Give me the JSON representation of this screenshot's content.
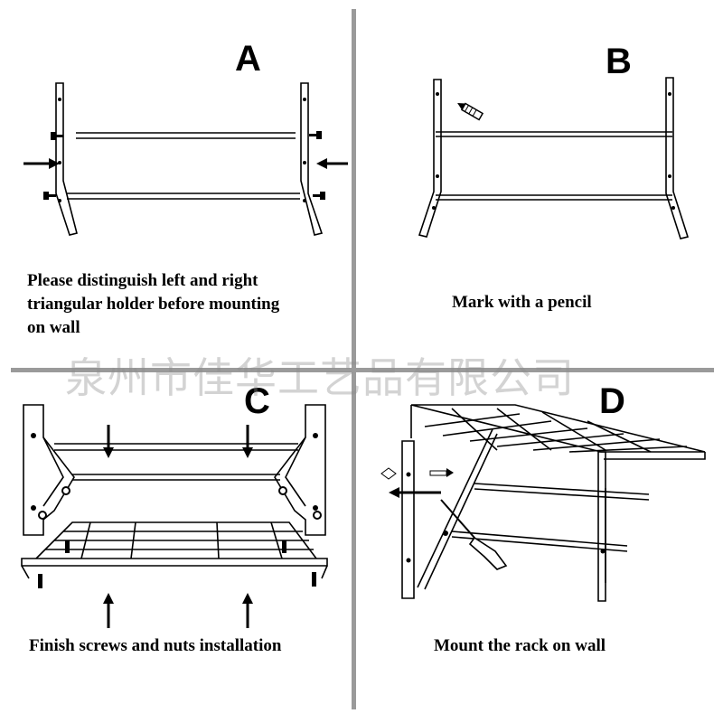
{
  "panels": {
    "a": {
      "letter": "A",
      "caption": [
        "Please distinguish left and right",
        "triangular holder before mounting",
        "on wall"
      ]
    },
    "b": {
      "letter": "B",
      "caption": [
        "Mark with a pencil"
      ]
    },
    "c": {
      "letter": "C",
      "caption": [
        "Finish screws and nuts installation"
      ]
    },
    "d": {
      "letter": "D",
      "caption": [
        "Mount the rack on wall"
      ]
    }
  },
  "watermark": "泉州市佳华工艺品有限公司",
  "icons": [
    "arrow-icon",
    "screw-icon",
    "pencil-icon",
    "screwdriver-icon",
    "wall-anchor-icon"
  ],
  "colors": {
    "divider": "#9a9a9a",
    "line": "#000000",
    "watermark": "#8c8c8c"
  }
}
